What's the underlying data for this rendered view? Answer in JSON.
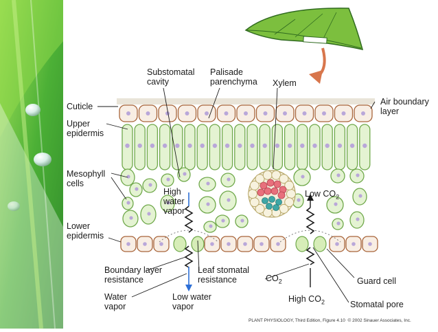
{
  "title_labels": {
    "substomatal_cavity": "Substomatal\ncavity",
    "palisade_parenchyma": "Palisade\nparenchyma",
    "xylem": "Xylem",
    "cuticle": "Cuticle",
    "upper_epidermis": "Upper\nepidermis",
    "air_boundary_layer": "Air boundary\nlayer",
    "mesophyll_cells": "Mesophyll\ncells",
    "high_water_vapor": "High\nwater\nvapor",
    "low_co2": "Low CO",
    "low_co2_sub": "2",
    "lower_epidermis": "Lower\nepidermis",
    "boundary_layer_resistance": "Boundary layer\nresistance",
    "leaf_stomatal_resistance": "Leaf stomatal\nresistance",
    "co2": "CO",
    "co2_sub": "2",
    "guard_cell": "Guard cell",
    "water_vapor": "Water\nvapor",
    "low_water_vapor": "Low water\nvapor",
    "high_co2": "High CO",
    "high_co2_sub": "2",
    "stomatal_pore": "Stomatal pore"
  },
  "credit": "PLANT PHYSIOLOGY, Third Edition, Figure 4.10  © 2002 Sinauer Associates, Inc.",
  "colors": {
    "cell_fill": "#e4f3d2",
    "cell_stroke": "#6fa84a",
    "epidermis_fill": "#f8eee4",
    "epidermis_stroke": "#a8653a",
    "nucleus": "#b9a7d9",
    "xylem_red": "#e8707c",
    "xylem_teal": "#3ea7a6",
    "arrow": "#d8764c",
    "water_arrow": "#2d6fd6",
    "banner_green": "#5cbf3a"
  }
}
